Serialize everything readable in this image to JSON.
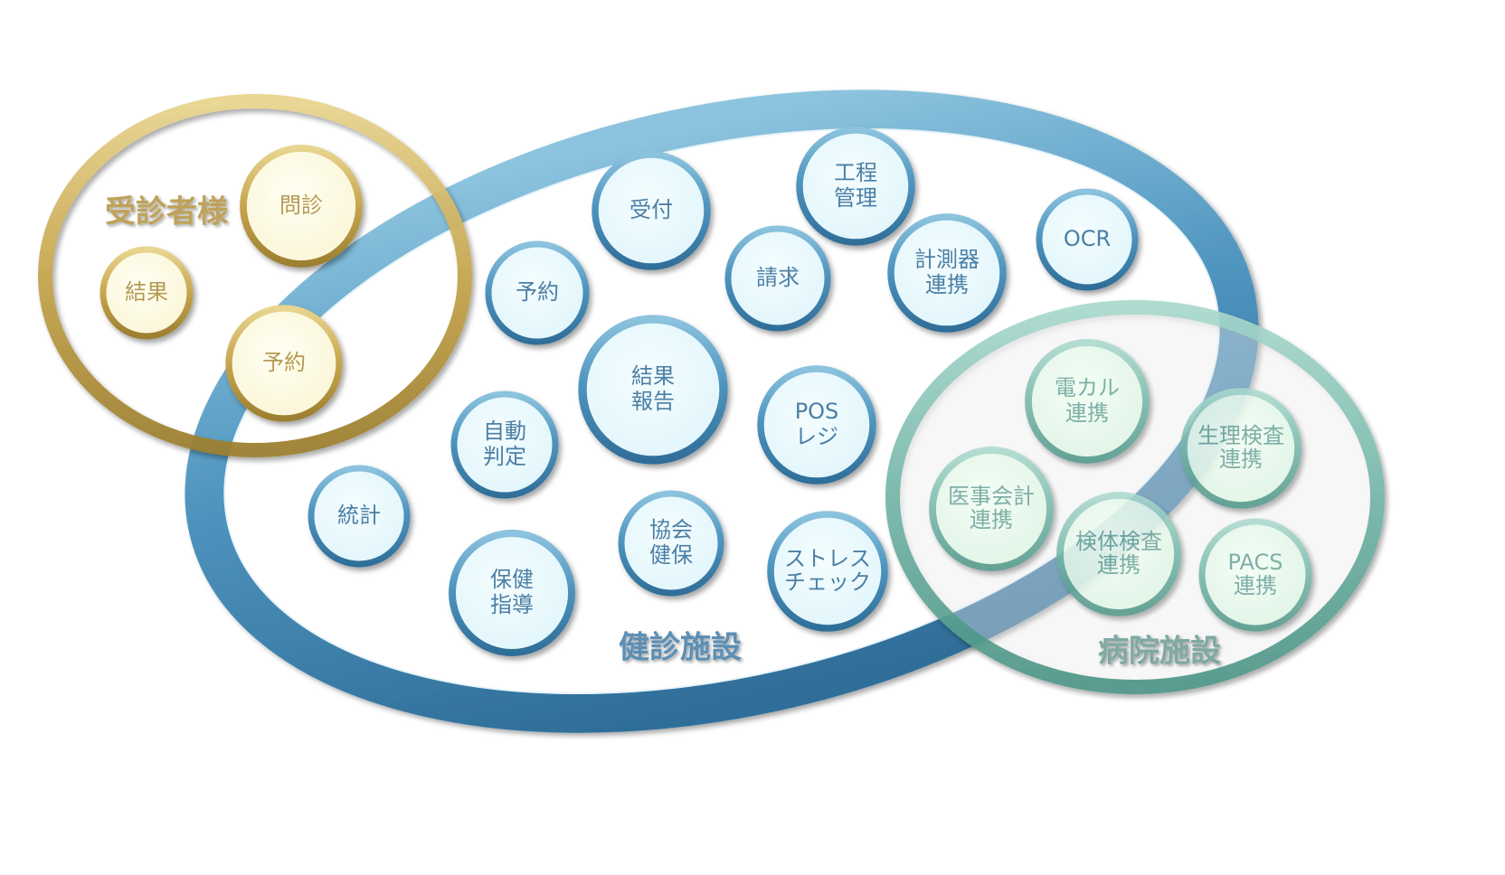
{
  "groups": {
    "patient": {
      "label": "受診者様",
      "color": "#b89a43",
      "text_color": "#bfa25a"
    },
    "facility": {
      "label": "健診施設",
      "color": "#4d8fb8",
      "text_color": "#5b8fb4"
    },
    "hospital": {
      "label": "病院施設",
      "color": "#6fb3a6",
      "text_color": "#7fa9a2"
    }
  },
  "nodes": {
    "monshin": {
      "label": "問診",
      "group": "patient"
    },
    "kekka": {
      "label": "結果",
      "group": "patient"
    },
    "yoyaku_patient": {
      "label": "予約",
      "group": "patient"
    },
    "uketsuke": {
      "label": "受付",
      "group": "facility"
    },
    "kotei_kanri": {
      "label": "工程\n管理",
      "group": "facility"
    },
    "ocr": {
      "label": "OCR",
      "group": "facility"
    },
    "yoyaku": {
      "label": "予約",
      "group": "facility"
    },
    "seikyu": {
      "label": "請求",
      "group": "facility"
    },
    "keisokuki_renkei": {
      "label": "計測器\n連携",
      "group": "facility"
    },
    "kekka_hokoku": {
      "label": "結果\n報告",
      "group": "facility"
    },
    "jido_hantei": {
      "label": "自動\n判定",
      "group": "facility"
    },
    "pos_regi": {
      "label": "POS\nレジ",
      "group": "facility"
    },
    "tokei": {
      "label": "統計",
      "group": "facility"
    },
    "kyokai_kenpo": {
      "label": "協会\n健保",
      "group": "facility"
    },
    "hoken_shido": {
      "label": "保健\n指導",
      "group": "facility"
    },
    "stress_check": {
      "label": "ストレス\nチェック",
      "group": "facility"
    },
    "denkaru_renkei": {
      "label": "電カル\n連携",
      "group": "hospital"
    },
    "seiri_kensa_renkei": {
      "label": "生理検査\n連携",
      "group": "hospital"
    },
    "ijikaikei_renkei": {
      "label": "医事会計\n連携",
      "group": "hospital"
    },
    "kentai_kensa_renkei": {
      "label": "検体検査\n連携",
      "group": "hospital"
    },
    "pacs_renkei": {
      "label": "PACS\n連携",
      "group": "hospital"
    }
  }
}
